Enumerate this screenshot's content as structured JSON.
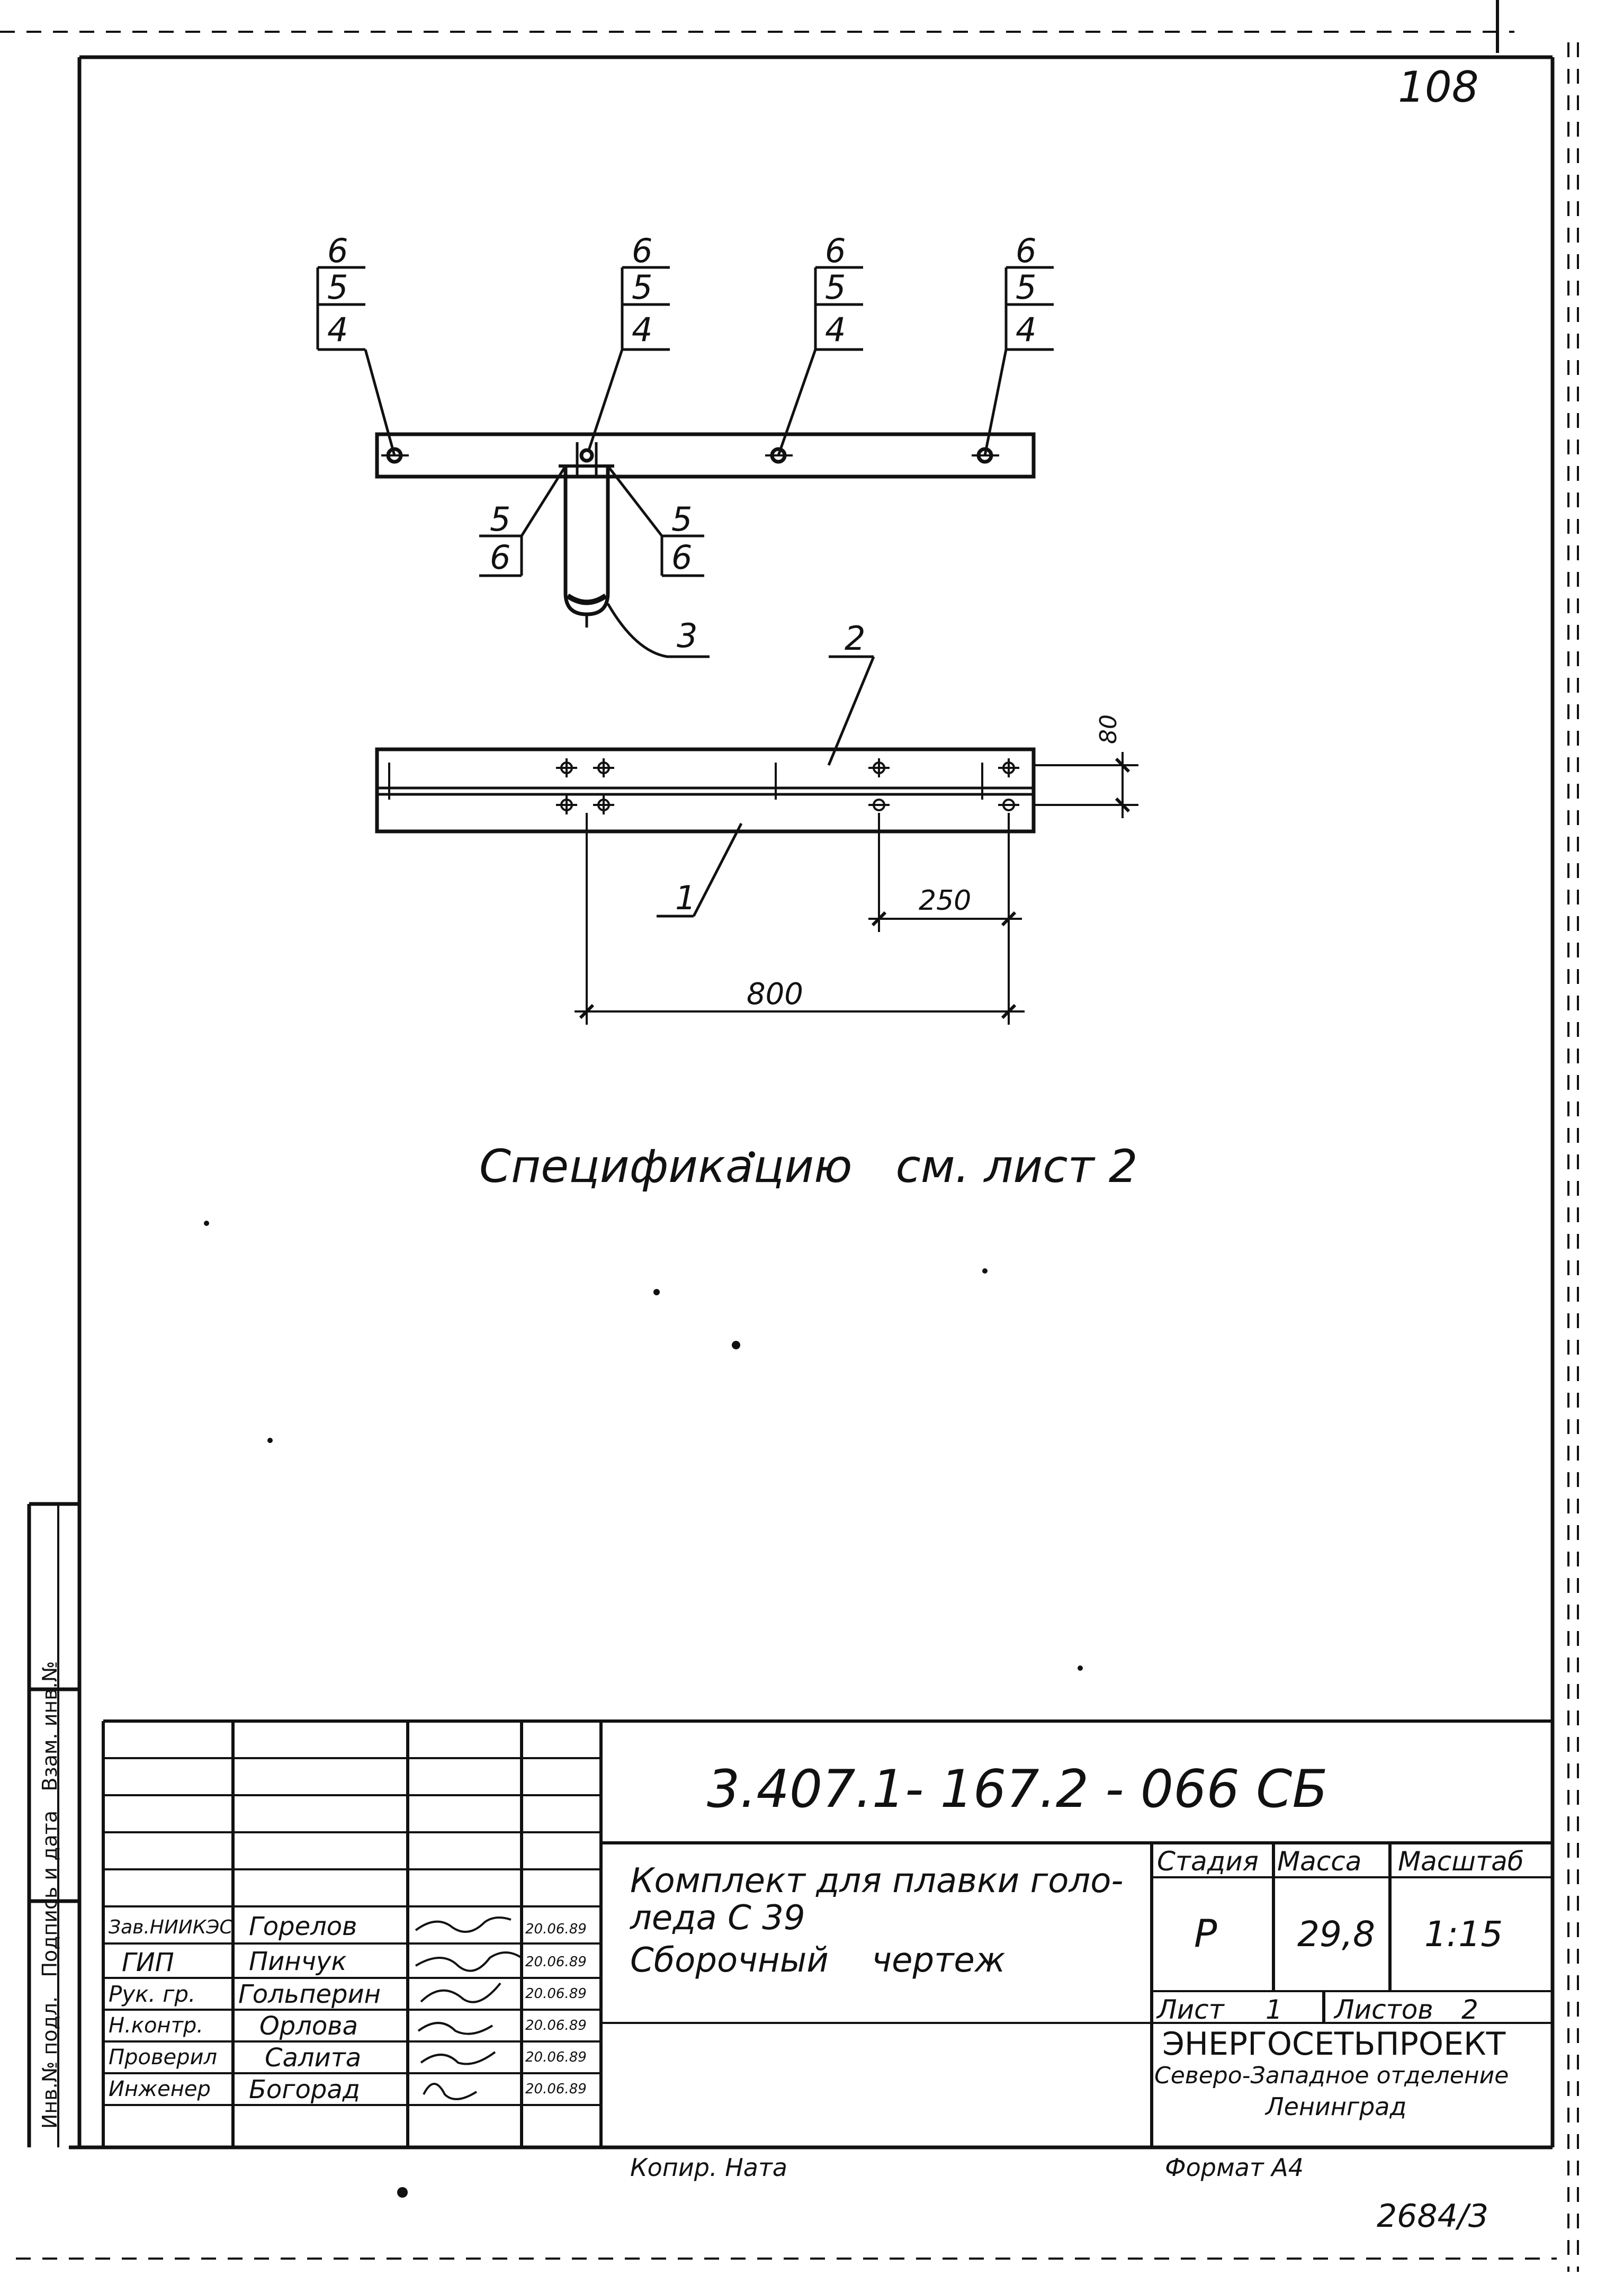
{
  "sheet_number": "108",
  "leader_labels": {
    "top": [
      "6",
      "5",
      "4"
    ],
    "side": [
      "5",
      "6"
    ]
  },
  "part_numbers": [
    "1",
    "2",
    "3"
  ],
  "dimensions": {
    "d80": "80",
    "d250": "250",
    "d800": "800"
  },
  "spec_note": "Спецификацию   см. лист 2",
  "drawing_code": "3.407.1- 167.2 - 066 СБ",
  "product_title": [
    "Комплект для плавки голо-",
    "леда С 39",
    "Сборочный    чертеж"
  ],
  "stage": {
    "header": "Стадия",
    "value": "Р"
  },
  "mass": {
    "header": "Масса",
    "value": "29,8"
  },
  "scale": {
    "header": "Масштаб",
    "value": "1:15"
  },
  "sheet_info": {
    "sheet_label": "Лист",
    "sheet_value": "1",
    "sheets_label": "Листов",
    "sheets_value": "2"
  },
  "organization": [
    "ЭНЕРГОСЕТЬПРОЕКТ",
    "Северо-Западное отделение",
    "Ленинград"
  ],
  "signatures": [
    {
      "role": "Зав.НИИКЭС",
      "name": "Горелов",
      "date": "20.06.89"
    },
    {
      "role": "ГИП",
      "name": "Пинчук",
      "date": "20.06.89"
    },
    {
      "role": "Рук. гр.",
      "name": "Гольперин",
      "date": "20.06.89"
    },
    {
      "role": "Н.контр.",
      "name": "Орлова",
      "date": "20.06.89"
    },
    {
      "role": "Проверил",
      "name": "Салита",
      "date": "20.06.89"
    },
    {
      "role": "Инженер",
      "name": "Богорад",
      "date": "20.06.89"
    }
  ],
  "copied_by": "Копир. Ната",
  "format": "Формат А4",
  "archive_number": "2684/3",
  "margin_stamp": "Инв.№ подл.   Подпись и дата   Взам. инв.№"
}
